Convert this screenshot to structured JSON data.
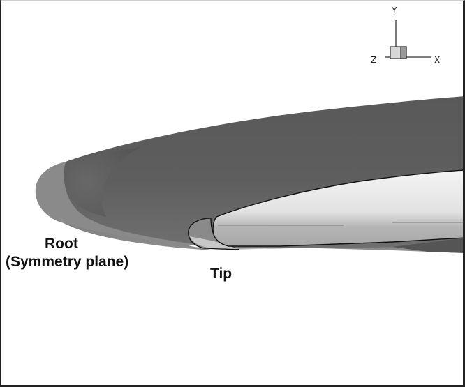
{
  "figure": {
    "description": "3D wing planform view showing root and tip sections",
    "labels": {
      "root": "Root",
      "root_sub": "(Symmetry plane)",
      "tip": "Tip"
    },
    "axes_triad": {
      "y": "Y",
      "z": "Z",
      "x": "X"
    },
    "colors": {
      "background": "#ffffff",
      "wing_upper_dark": "#5a5a5a",
      "wing_nose_outer": "#8c8c8c",
      "wing_nose_inner": "#666666",
      "tip_section_light": "#e8e8e8",
      "outline": "#111111"
    }
  }
}
